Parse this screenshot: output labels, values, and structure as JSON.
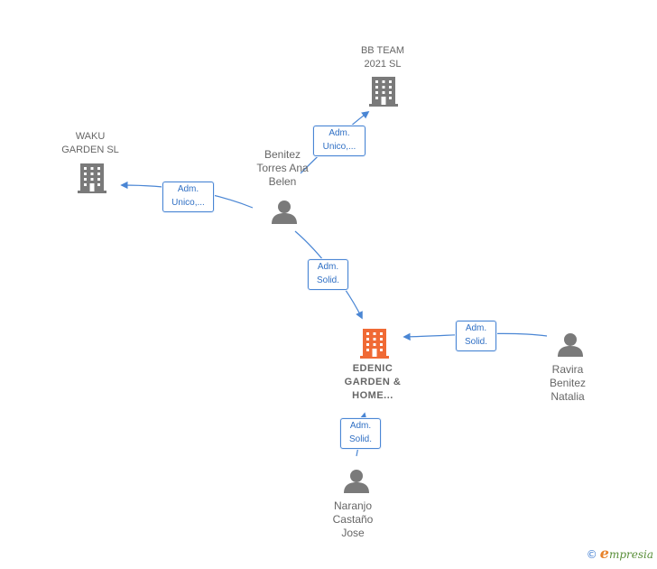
{
  "nodes": {
    "bb_team": {
      "name": "BB TEAM\n2021  SL",
      "type": "company"
    },
    "waku": {
      "name": "WAKU\nGARDEN  SL",
      "type": "company"
    },
    "benitez_torres": {
      "name": "Benitez\nTorres Ana\nBelen",
      "type": "person"
    },
    "edenic": {
      "name": "EDENIC\nGARDEN &\nHOME...",
      "type": "company",
      "focus": true
    },
    "ravira": {
      "name": "Ravira\nBenitez\nNatalia",
      "type": "person"
    },
    "naranjo": {
      "name": "Naranjo\nCastaño\nJose",
      "type": "person"
    }
  },
  "relations": [
    {
      "label": "Adm.\nUnico,...",
      "from": "benitez_torres",
      "to": "bb_team"
    },
    {
      "label": "Adm.\nUnico,...",
      "from": "benitez_torres",
      "to": "waku"
    },
    {
      "label": "Adm.\nSolid.",
      "from": "benitez_torres",
      "to": "edenic"
    },
    {
      "label": "Adm.\nSolid.",
      "from": "ravira",
      "to": "edenic"
    },
    {
      "label": "Adm.\nSolid.",
      "from": "naranjo",
      "to": "edenic"
    }
  ],
  "colors": {
    "company": "#7a7a7a",
    "focus_company": "#f06a35",
    "person": "#7a7a7a",
    "edge": "#4a86d4"
  },
  "icons": {
    "company": "building-icon",
    "person": "person-icon"
  },
  "brand": {
    "symbol": "©",
    "name": "mpresia",
    "initial": "e"
  }
}
